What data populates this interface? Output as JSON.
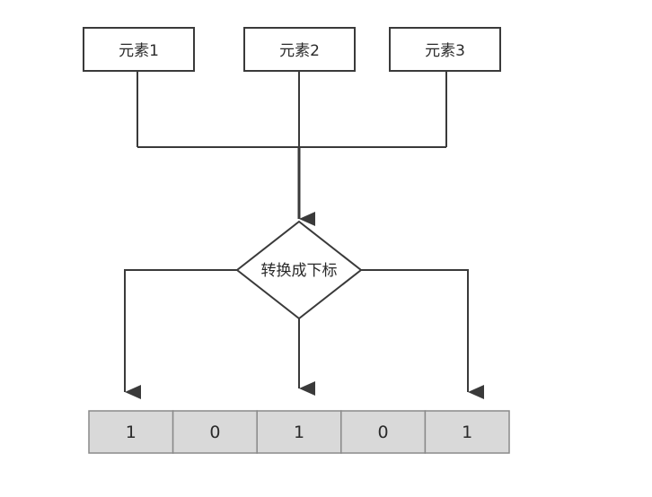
{
  "diagram": {
    "elements": [
      {
        "label": "元素1"
      },
      {
        "label": "元素2"
      },
      {
        "label": "元素3"
      }
    ],
    "decision": {
      "label": "转换成下标"
    },
    "array": {
      "cells": [
        "1",
        "0",
        "1",
        "0",
        "1"
      ]
    },
    "colors": {
      "stroke": "#3a3a3a",
      "cell_fill": "#d9d9d9",
      "cell_border": "#8a8a8a",
      "box_fill": "#ffffff"
    }
  }
}
